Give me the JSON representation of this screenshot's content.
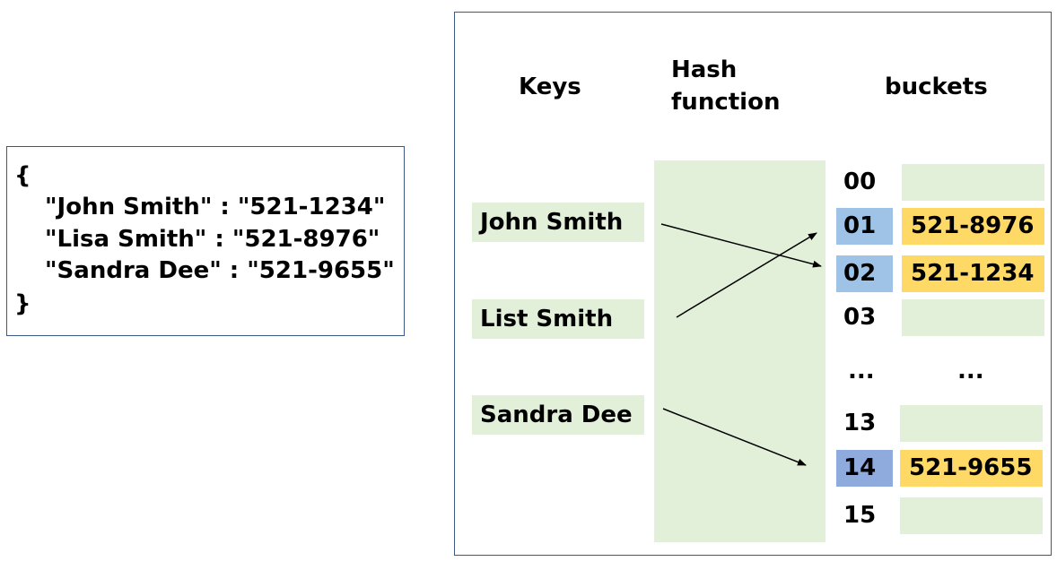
{
  "json_text": {
    "lines": [
      "{",
      "\"John Smith\" : \"521-1234\"",
      "\"Lisa Smith\" : \"521-8976\"",
      "\"Sandra Dee\" : \"521-9655\"",
      "}"
    ]
  },
  "headers": {
    "keys": "Keys",
    "hash_line1": "Hash",
    "hash_line2": "function",
    "buckets": "buckets"
  },
  "keys": [
    {
      "label": "John Smith"
    },
    {
      "label": "List Smith"
    },
    {
      "label": "Sandra Dee"
    }
  ],
  "buckets": [
    {
      "index": "00",
      "value": "",
      "index_color": "none",
      "value_color": "#e2efd9"
    },
    {
      "index": "01",
      "value": "521-8976",
      "index_color": "#9fc3e7",
      "value_color": "#ffd966"
    },
    {
      "index": "02",
      "value": "521-1234",
      "index_color": "#9fc3e7",
      "value_color": "#ffd966"
    },
    {
      "index": "03",
      "value": "",
      "index_color": "none",
      "value_color": "#e2efd9"
    },
    {
      "index": "...",
      "value": "...",
      "index_color": "none",
      "value_color": "none"
    },
    {
      "index": "13",
      "value": "",
      "index_color": "none",
      "value_color": "#e2efd9"
    },
    {
      "index": "14",
      "value": "521-9655",
      "index_color": "#8faadc",
      "value_color": "#ffd966"
    },
    {
      "index": "15",
      "value": "",
      "index_color": "none",
      "value_color": "#e2efd9"
    }
  ],
  "mappings": [
    {
      "key": "John Smith",
      "bucket": "02"
    },
    {
      "key": "List Smith",
      "bucket": "01"
    },
    {
      "key": "Sandra Dee",
      "bucket": "14"
    }
  ],
  "colors": {
    "key_fill": "#e2efd9",
    "hash_fill": "#e2efd9",
    "value_fill": "#ffd966",
    "index_light_blue": "#9fc3e7",
    "index_dark_blue": "#8faadc",
    "border": "#3a5a85"
  }
}
